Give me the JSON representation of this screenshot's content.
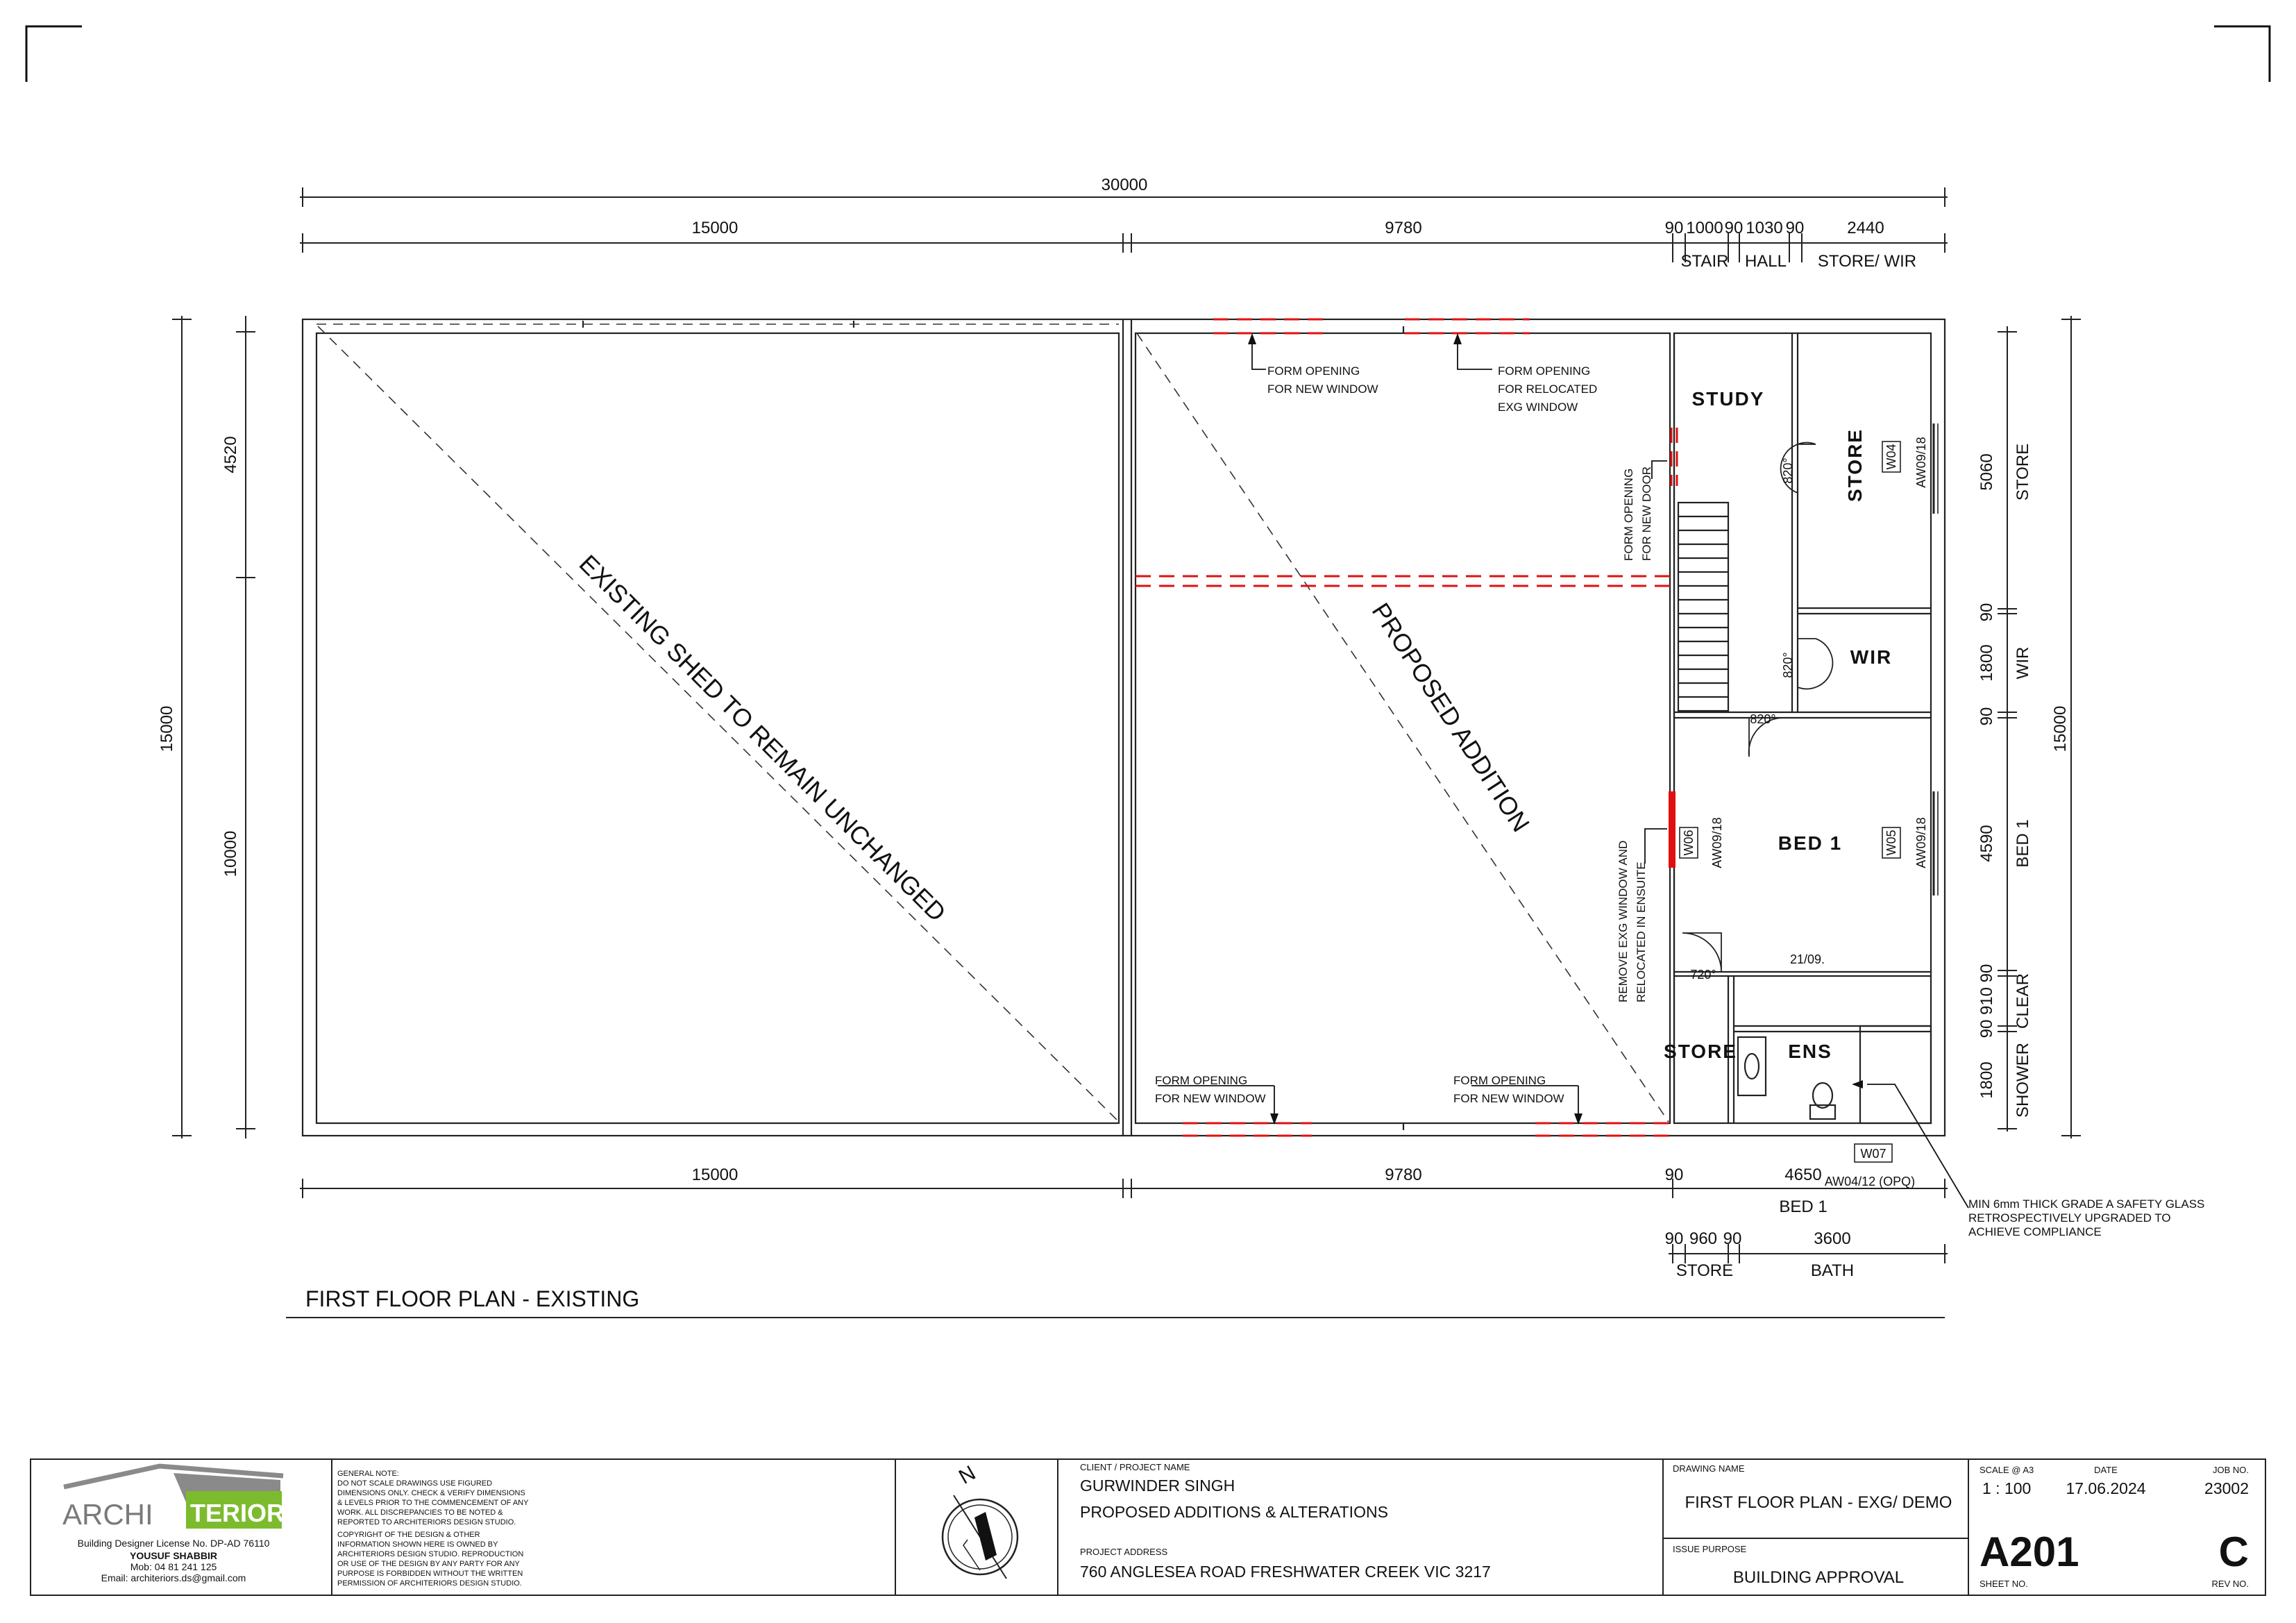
{
  "plan_title": "FIRST FLOOR PLAN - EXISTING",
  "overall_dims": {
    "total": "30000",
    "left": "15000",
    "right": "9780",
    "top_small": [
      "90",
      "1000",
      "90",
      "1030",
      "90",
      "2440"
    ],
    "top_labels": [
      "STAIR",
      "HALL",
      "STORE/ WIR"
    ],
    "bottom_left": "15000",
    "bottom_right": "9780",
    "bottom_90": "90",
    "bottom_4650": "4650",
    "bottom_bed1": "BED 1",
    "bottom2_small": [
      "90",
      "960",
      "90",
      "3600"
    ],
    "bottom2_labels": [
      "STORE",
      "BATH"
    ],
    "left_total": "15000",
    "left_upper": "4520",
    "left_lower": "10000",
    "right_total": "15000",
    "right_small": [
      "5060",
      "90",
      "1800",
      "90",
      "4590",
      "90",
      "910",
      "90",
      "1800"
    ],
    "right_labels": [
      "STORE",
      "WIR",
      "BED 1",
      "CLEAR",
      "SHOWER"
    ]
  },
  "zones": {
    "existing_shed": "EXISTING SHED TO REMAIN UNCHANGED",
    "proposed_addition": "PROPOSED ADDITION"
  },
  "rooms": {
    "study": "STUDY",
    "store_top": "STORE",
    "wir": "WIR",
    "bed1": "BED 1",
    "store_small": "STORE",
    "ens": "ENS"
  },
  "door_sizes": {
    "d1": "820°",
    "d2": "820°",
    "d3": "820°",
    "d4": "720°"
  },
  "window_tags": {
    "w04": "W04",
    "w04_size": "AW09/18",
    "w05": "W05",
    "w05_size": "AW09/18",
    "w06": "W06",
    "w06_size": "AW09/18",
    "w07": "W07",
    "w07_size": "AW04/12 (OPQ)",
    "sill": "21/09."
  },
  "notes": {
    "new_window_top": [
      "FORM OPENING",
      "FOR NEW WINDOW"
    ],
    "relocated_window": [
      "FORM OPENING",
      "FOR RELOCATED",
      "EXG WINDOW"
    ],
    "new_door": [
      "FORM OPENING",
      "FOR NEW DOOR"
    ],
    "remove_window": [
      "REMOVE EXG WINDOW AND",
      "RELOCATED IN ENSUITE"
    ],
    "new_window_bl": [
      "FORM OPENING",
      "FOR NEW WINDOW"
    ],
    "new_window_br": [
      "FORM OPENING",
      "FOR NEW WINDOW"
    ],
    "glass": [
      "MIN 6mm THICK GRADE A SAFETY GLASS",
      "RETROSPECTIVELY UPGRADED TO",
      "ACHIEVE COMPLIANCE"
    ]
  },
  "title_block": {
    "logo_left": "ARCHI",
    "logo_right": "TERIORS",
    "license": "Building Designer License No. DP-AD 76110",
    "designer": "YOUSUF SHABBIR",
    "mobile": "Mob:  04 81 241 125",
    "email": "Email: architeriors.ds@gmail.com",
    "general_note_lines": [
      "GENERAL NOTE:",
      "DO NOT SCALE DRAWINGS USE FIGURED",
      "DIMENSIONS ONLY. CHECK & VERIFY DIMENSIONS",
      "& LEVELS PRIOR TO THE COMMENCEMENT OF ANY",
      "WORK. ALL DISCREPANCIES TO BE NOTED &",
      "REPORTED TO ARCHITERIORS DESIGN STUDIO."
    ],
    "copyright_lines": [
      "COPYRIGHT OF THE DESIGN & OTHER",
      "INFORMATION SHOWN HERE IS OWNED BY",
      "ARCHITERIORS DESIGN STUDIO. REPRODUCTION",
      "OR USE OF THE DESIGN BY ANY PARTY FOR ANY",
      "PURPOSE IS FORBIDDEN WITHOUT THE WRITTEN",
      "PERMISSION OF ARCHITERIORS DESIGN STUDIO."
    ],
    "north": "N",
    "client_label": "CLIENT / PROJECT NAME",
    "client_name": "GURWINDER SINGH",
    "project_name": "PROPOSED ADDITIONS & ALTERATIONS",
    "address_label": "PROJECT ADDRESS",
    "address": "760 ANGLESEA ROAD FRESHWATER CREEK VIC 3217",
    "drawing_name_label": "DRAWING NAME",
    "drawing_name": "FIRST FLOOR PLAN - EXG/ DEMO",
    "issue_label": "ISSUE PURPOSE",
    "issue": "BUILDING APPROVAL",
    "scale_label": "SCALE @ A3",
    "scale": "1 : 100",
    "date_label": "DATE",
    "date": "17.06.2024",
    "job_label": "JOB NO.",
    "job": "23002",
    "sheet": "A201",
    "sheet_label": "SHEET NO.",
    "rev": "C",
    "rev_label": "REV NO."
  },
  "colors": {
    "line": "#222222",
    "demo": "#e01010",
    "logo_green": "#7dbb2e",
    "logo_grey": "#8a8a8a"
  }
}
